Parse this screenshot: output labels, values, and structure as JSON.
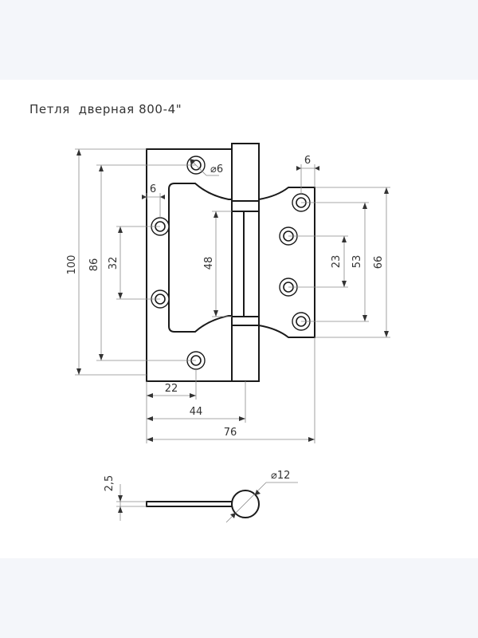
{
  "title": "Петля  дверная 800-4\"",
  "dimensions": {
    "height_total": "100",
    "height_holes_outer": "86",
    "hole_spacing_left": "32",
    "cutout_height": "48",
    "hole_offset_left": "6",
    "hole_diameter": "⌀6",
    "hole_offset_right": "6",
    "hole_spacing_right_inner": "23",
    "hole_spacing_right_mid": "53",
    "plate_height_right": "66",
    "width_to_hole": "22",
    "width_to_knuckle": "44",
    "width_total": "76",
    "thickness": "2,5",
    "knuckle_diameter": "⌀12"
  }
}
